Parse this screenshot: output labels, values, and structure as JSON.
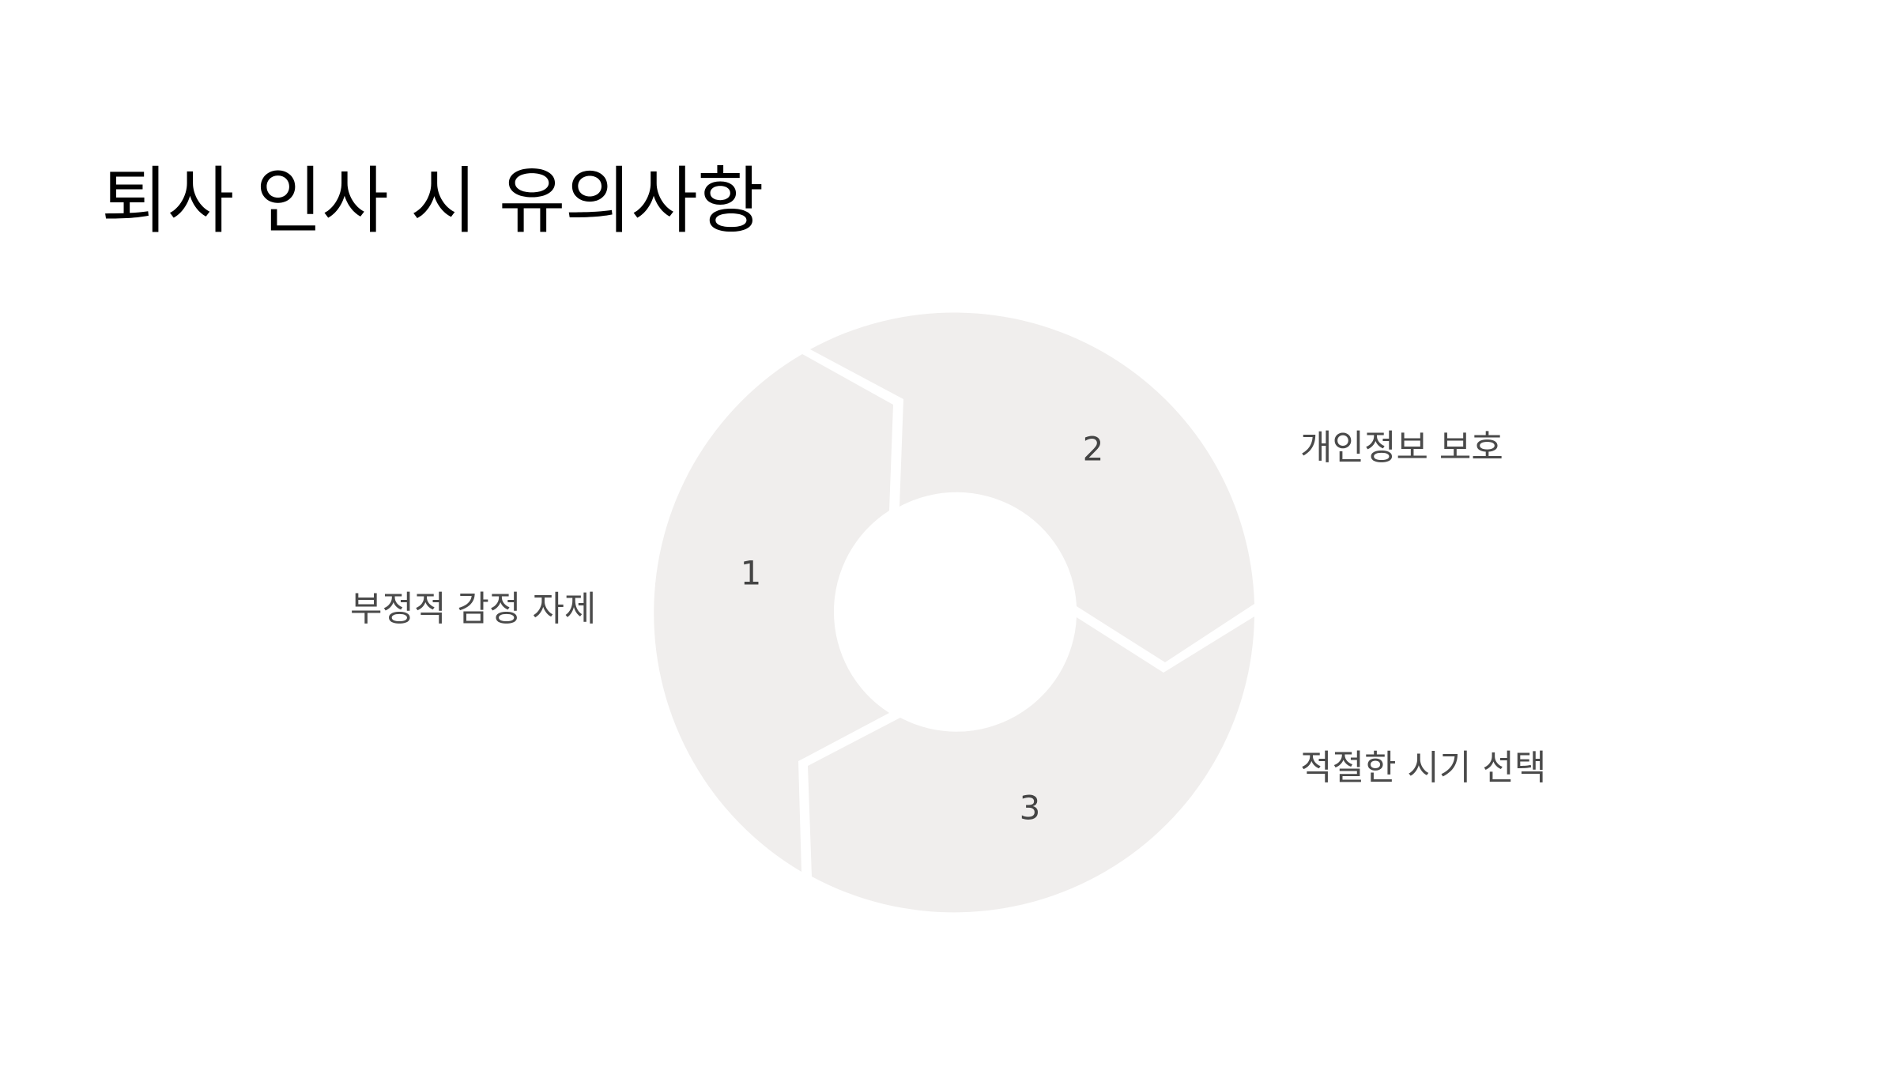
{
  "title": "퇴사 인사 시 유의사항",
  "colors": {
    "segment_fill": "#f0eeed",
    "number_text": "#444444",
    "label_text": "#4a4a4a",
    "title_text": "#000000",
    "background": "#ffffff"
  },
  "steps": [
    {
      "number": "1",
      "label": "부정적 감정 자제"
    },
    {
      "number": "2",
      "label": "개인정보 보호"
    },
    {
      "number": "3",
      "label": "적절한 시기 선택"
    }
  ]
}
